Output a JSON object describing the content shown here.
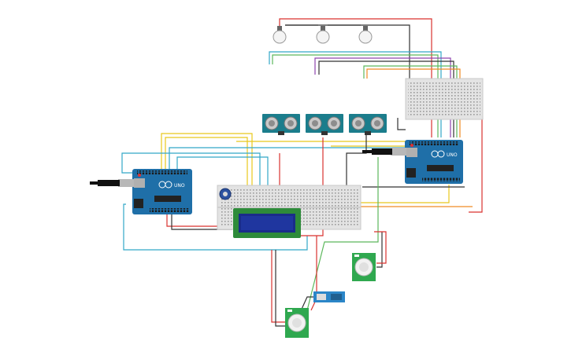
{
  "app": {
    "view": "circuit-schematic-canvas"
  },
  "colors": {
    "background": "#ffffff",
    "arduino_board": "#1f6fa8",
    "breadboard": "#e3e3e3",
    "lcd_frame": "#2e8b3a",
    "lcd_screen": "#1a2c8a",
    "sensor_board": "#1b7d8c",
    "pir_board": "#2fa84f",
    "relay_board": "#2b86c8",
    "wire_red": "#d9322f",
    "wire_black": "#333333",
    "wire_yellow": "#e8c81c",
    "wire_green": "#5cb85c",
    "wire_cyan": "#32a8c8",
    "wire_purple": "#8e44ad",
    "wire_orange": "#f08a24"
  },
  "components": {
    "arduino_left": {
      "label": "UNO",
      "icon": "arduino-uno-icon"
    },
    "arduino_right": {
      "label": "UNO",
      "icon": "arduino-uno-icon"
    },
    "lcd": {
      "icon": "lcd-16x2-icon"
    },
    "ultrasonic_sensors": [
      {
        "icon": "ultrasonic-sensor-icon"
      },
      {
        "icon": "ultrasonic-sensor-icon"
      },
      {
        "icon": "ultrasonic-sensor-icon"
      }
    ],
    "bulbs": [
      {
        "icon": "light-bulb-icon"
      },
      {
        "icon": "light-bulb-icon"
      },
      {
        "icon": "light-bulb-icon"
      }
    ],
    "pir_sensors": [
      {
        "icon": "pir-sensor-icon"
      },
      {
        "icon": "pir-sensor-icon"
      }
    ],
    "relay": {
      "icon": "relay-module-icon"
    },
    "potentiometer": {
      "icon": "potentiometer-icon"
    },
    "usb_cables": [
      {
        "icon": "usb-cable-icon"
      },
      {
        "icon": "usb-cable-icon"
      }
    ]
  }
}
